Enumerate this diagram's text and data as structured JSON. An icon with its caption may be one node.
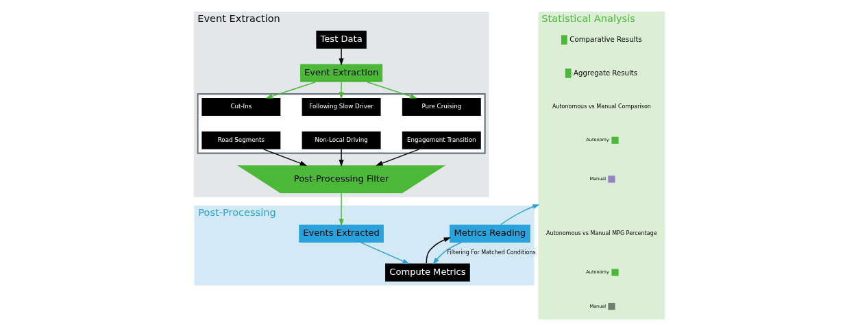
{
  "diagram": {
    "nodes": [
      {
        "text": [
          "Event Extraction"
        ]
      },
      {
        "text": [
          "Test Data"
        ],
        "in": 0
      },
      {
        "text": [
          "Event Extraction"
        ],
        "in": 0
      },
      {
        "text": [],
        "shape": "box",
        "in": 0
      },
      {
        "text": [
          "Cut-Ins"
        ],
        "in": 3
      },
      {
        "text": [
          "Following Slow Driver"
        ],
        "in": 3
      },
      {
        "text": [
          "Pure Cruising"
        ],
        "in": 3
      },
      {
        "text": [
          "Road Segments"
        ],
        "in": 3
      },
      {
        "text": [
          "Non-Local Driving"
        ],
        "in": 3
      },
      {
        "text": [
          "Engagement Transition"
        ],
        "in": 3
      },
      {
        "text": [
          "Post-Processing Filter"
        ],
        "in": 0
      },
      {
        "text": [
          "Post-Processing"
        ]
      },
      {
        "text": [
          "Events Extracted"
        ],
        "in": 11
      },
      {
        "text": [
          "Metrics Reading"
        ],
        "in": 11
      },
      {
        "text": [
          "Compute Metrics"
        ],
        "in": 11
      },
      {
        "text": [
          "Statistical Analysis"
        ]
      },
      {
        "text": [
          "Autonomous vs Manual Comparison"
        ],
        "in": 15
      },
      {
        "text": [
          "Autonomous vs Manual MPG Percentage"
        ],
        "in": 15
      }
    ],
    "edges": [
      {
        "from": 1,
        "to": 2,
        "arrow": "to"
      },
      {
        "from": 2,
        "to": 4,
        "arrow": "to",
        "color": "#4cb838"
      },
      {
        "from": 2,
        "to": 5,
        "arrow": "to",
        "color": "#4cb838"
      },
      {
        "from": 2,
        "to": 6,
        "arrow": "to",
        "color": "#4cb838"
      },
      {
        "from": 7,
        "to": 10,
        "arrow": "to"
      },
      {
        "from": 8,
        "to": 10,
        "arrow": "to"
      },
      {
        "from": 9,
        "to": 10,
        "arrow": "to"
      },
      {
        "from": 10,
        "to": 12,
        "arrow": "to",
        "color": "#4cb838"
      },
      {
        "from": 12,
        "to": 14,
        "arrow": "to",
        "color": "#2aa3dc"
      },
      {
        "from": 14,
        "to": 13,
        "arrow": "to"
      },
      {
        "from": 13,
        "to": 14,
        "arrow": "to",
        "label": "Filtering For Matched Conditions",
        "color": "#2aa3dc"
      },
      {
        "from": 13,
        "to": 15,
        "arrow": "to",
        "color": "#2aa3dc"
      }
    ],
    "labels": [
      "Comparative Results",
      "Aggregate Results"
    ],
    "legend": [
      {
        "text": "Autonomy",
        "color": "#4cb838"
      },
      {
        "text": "Manual",
        "color": "#9382c8"
      },
      {
        "text": "Autonomy",
        "color": "#4cb838"
      },
      {
        "text": "Manual",
        "color": "#737d70"
      }
    ]
  }
}
